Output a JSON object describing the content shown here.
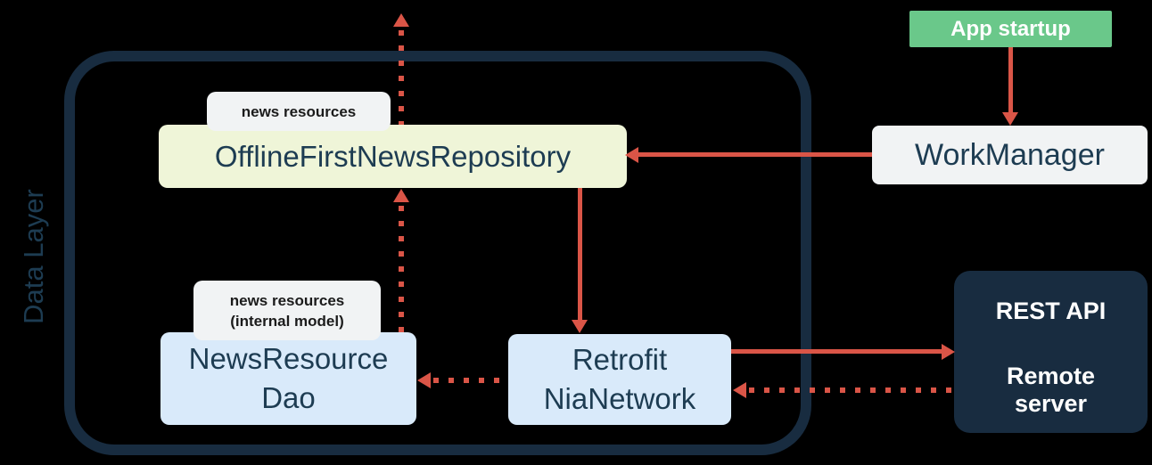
{
  "container": {
    "label": "Data Layer"
  },
  "nodes": {
    "app_startup": {
      "label": "App startup"
    },
    "work_manager": {
      "label": "WorkManager"
    },
    "repository": {
      "tag": "news resources",
      "label": "OfflineFirstNewsRepository"
    },
    "dao": {
      "tag_line1": "news resources",
      "tag_line2": "(internal model)",
      "line1": "NewsResource",
      "line2": "Dao"
    },
    "network": {
      "line1": "Retrofit",
      "line2": "NiaNetwork"
    },
    "rest_api": {
      "title": "REST API",
      "sub_line1": "Remote",
      "sub_line2": "server"
    }
  },
  "edges": [
    {
      "from": "app-startup",
      "to": "work-manager",
      "style": "solid"
    },
    {
      "from": "work-manager",
      "to": "offline-first-news-repository",
      "style": "solid"
    },
    {
      "from": "offline-first-news-repository",
      "to": "retrofit-nia-network",
      "style": "solid"
    },
    {
      "from": "retrofit-nia-network",
      "to": "rest-api-remote-server",
      "style": "solid"
    },
    {
      "from": "rest-api-remote-server",
      "to": "retrofit-nia-network",
      "style": "dotted"
    },
    {
      "from": "retrofit-nia-network",
      "to": "news-resource-dao",
      "style": "dotted"
    },
    {
      "from": "news-resource-dao",
      "to": "offline-first-news-repository",
      "style": "dotted"
    },
    {
      "from": "offline-first-news-repository",
      "to": "offscreen-top",
      "style": "dotted"
    }
  ],
  "colors": {
    "navy": "#182c40",
    "text_navy": "#1d3c52",
    "red": "#da5547",
    "repository_bg": "#eff5d8",
    "database_bg": "#d9eafa",
    "neutral_bg": "#f1f3f4",
    "green": "#6ac88a",
    "background": "#000000"
  }
}
